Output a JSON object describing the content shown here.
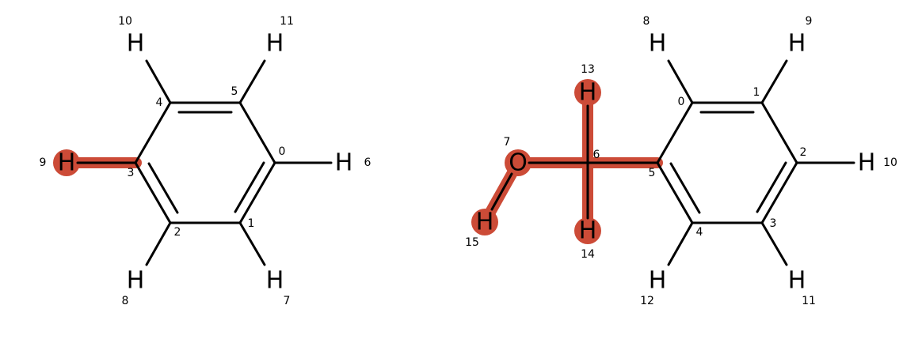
{
  "colors": {
    "highlight": "#cc4b37",
    "bond": "#000000",
    "background": "#ffffff"
  },
  "molecules": [
    {
      "atoms": [
        {
          "symbol": "",
          "index": "0"
        },
        {
          "symbol": "",
          "index": "1"
        },
        {
          "symbol": "",
          "index": "2"
        },
        {
          "symbol": "",
          "index": "3"
        },
        {
          "symbol": "",
          "index": "4"
        },
        {
          "symbol": "",
          "index": "5"
        },
        {
          "symbol": "H",
          "index": "6"
        },
        {
          "symbol": "H",
          "index": "7"
        },
        {
          "symbol": "H",
          "index": "8"
        },
        {
          "symbol": "H",
          "index": "9"
        },
        {
          "symbol": "H",
          "index": "10"
        },
        {
          "symbol": "H",
          "index": "11"
        }
      ],
      "highlighted_atoms": [
        "9"
      ]
    },
    {
      "atoms": [
        {
          "symbol": "",
          "index": "0"
        },
        {
          "symbol": "",
          "index": "1"
        },
        {
          "symbol": "",
          "index": "2"
        },
        {
          "symbol": "",
          "index": "3"
        },
        {
          "symbol": "",
          "index": "4"
        },
        {
          "symbol": "",
          "index": "5"
        },
        {
          "symbol": "",
          "index": "6"
        },
        {
          "symbol": "O",
          "index": "7"
        },
        {
          "symbol": "H",
          "index": "8"
        },
        {
          "symbol": "H",
          "index": "9"
        },
        {
          "symbol": "H",
          "index": "10"
        },
        {
          "symbol": "H",
          "index": "11"
        },
        {
          "symbol": "H",
          "index": "12"
        },
        {
          "symbol": "H",
          "index": "13"
        },
        {
          "symbol": "H",
          "index": "14"
        },
        {
          "symbol": "H",
          "index": "15"
        }
      ],
      "highlighted_atoms": [
        "7",
        "13",
        "14",
        "15"
      ]
    }
  ]
}
